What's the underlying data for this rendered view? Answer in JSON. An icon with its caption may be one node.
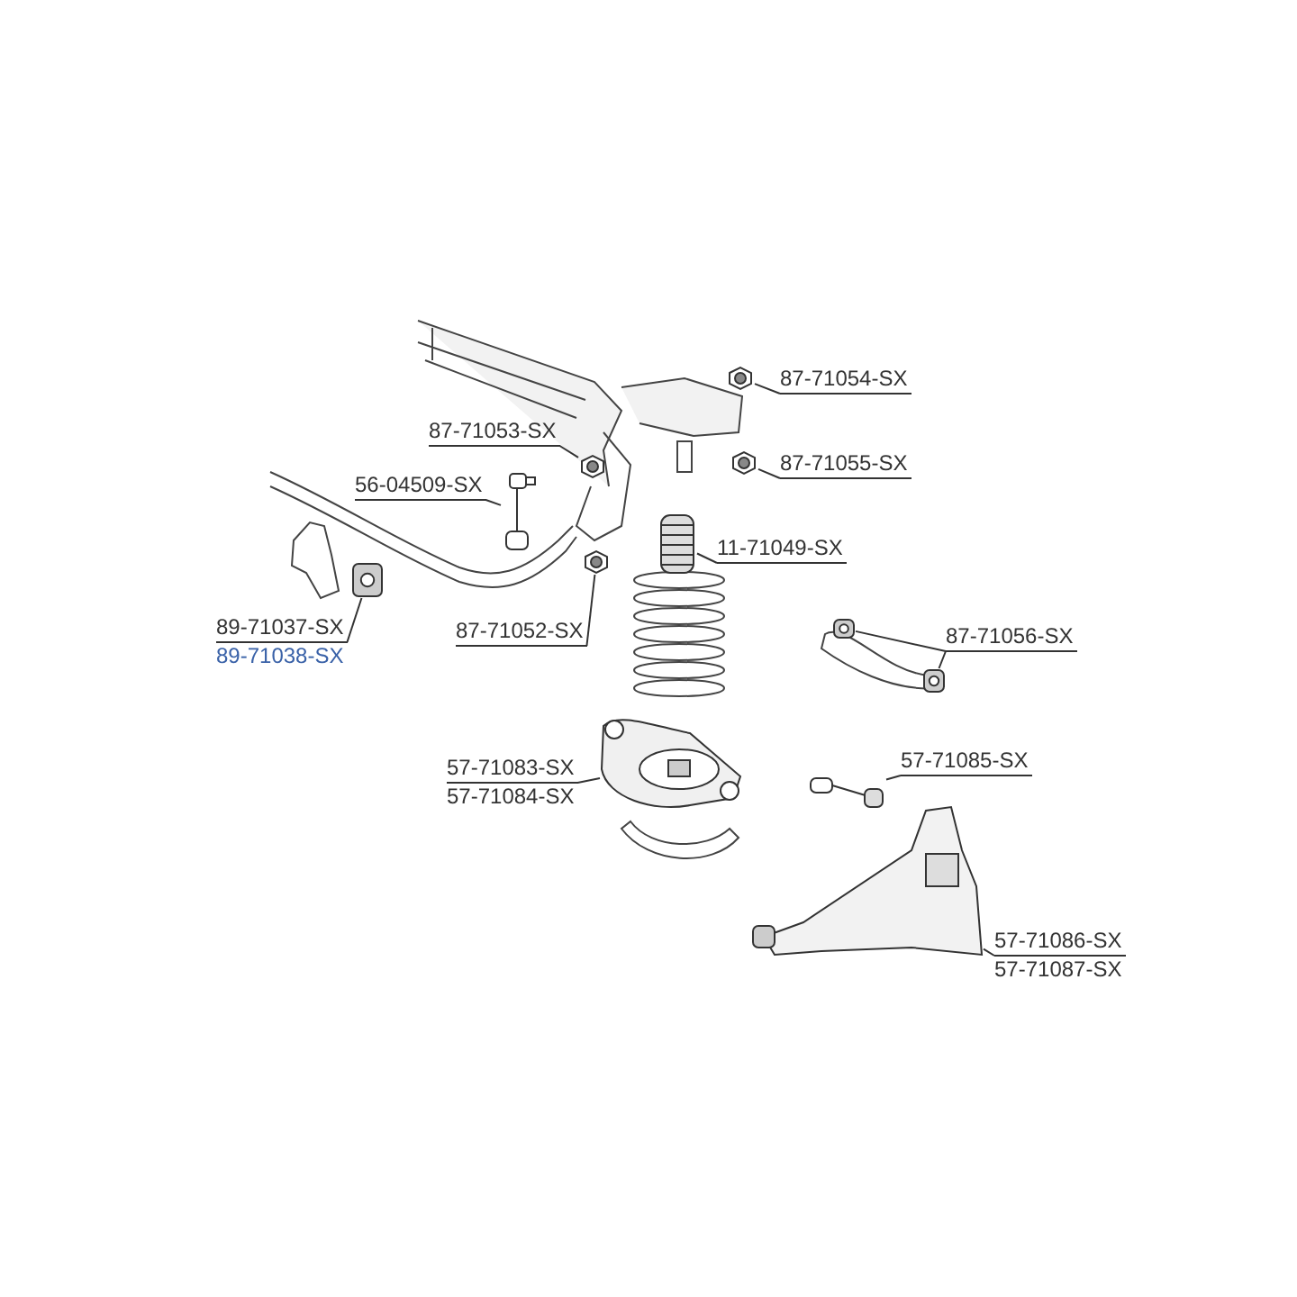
{
  "diagram": {
    "nodes": [
      {
        "text": [
          "87-71054-SX"
        ]
      },
      {
        "text": [],
        "shape": "picture"
      },
      {
        "text": [
          "87-71053-SX"
        ]
      },
      {
        "text": [],
        "shape": "picture"
      },
      {
        "text": [
          "87-71055-SX"
        ]
      },
      {
        "text": [],
        "shape": "picture"
      },
      {
        "text": [
          "56-04509-SX"
        ]
      },
      {
        "text": [],
        "shape": "picture"
      },
      {
        "text": [
          "11-71049-SX"
        ]
      },
      {
        "text": [],
        "shape": "picture"
      },
      {
        "text": [
          "89-71037-SX",
          "89-71038-SX"
        ]
      },
      {
        "text": [],
        "shape": "picture"
      },
      {
        "text": [
          "87-71052-SX"
        ]
      },
      {
        "text": [],
        "shape": "picture"
      },
      {
        "text": [
          "87-71056-SX"
        ]
      },
      {
        "text": [],
        "shape": "picture"
      },
      {
        "text": [],
        "shape": "picture"
      },
      {
        "text": [
          "57-71083-SX",
          "57-71084-SX"
        ]
      },
      {
        "text": [],
        "shape": "picture"
      },
      {
        "text": [
          "57-71085-SX"
        ]
      },
      {
        "text": [],
        "shape": "picture"
      },
      {
        "text": [
          "57-71086-SX",
          "57-71087-SX"
        ]
      },
      {
        "text": [],
        "shape": "picture"
      }
    ],
    "edges": [
      {
        "from": 0,
        "to": 1,
        "arrow": "none"
      },
      {
        "from": 2,
        "to": 3,
        "arrow": "none"
      },
      {
        "from": 4,
        "to": 5,
        "arrow": "none"
      },
      {
        "from": 6,
        "to": 7,
        "arrow": "none"
      },
      {
        "from": 8,
        "to": 9,
        "arrow": "none"
      },
      {
        "from": 10,
        "to": 11,
        "arrow": "none"
      },
      {
        "from": 12,
        "to": 13,
        "arrow": "none"
      },
      {
        "from": 14,
        "to": 15,
        "arrow": "none"
      },
      {
        "from": 14,
        "to": 16,
        "arrow": "none"
      },
      {
        "from": 17,
        "to": 18,
        "arrow": "none"
      },
      {
        "from": 19,
        "to": 20,
        "arrow": "none"
      },
      {
        "from": 21,
        "to": 22,
        "arrow": "none"
      }
    ]
  }
}
